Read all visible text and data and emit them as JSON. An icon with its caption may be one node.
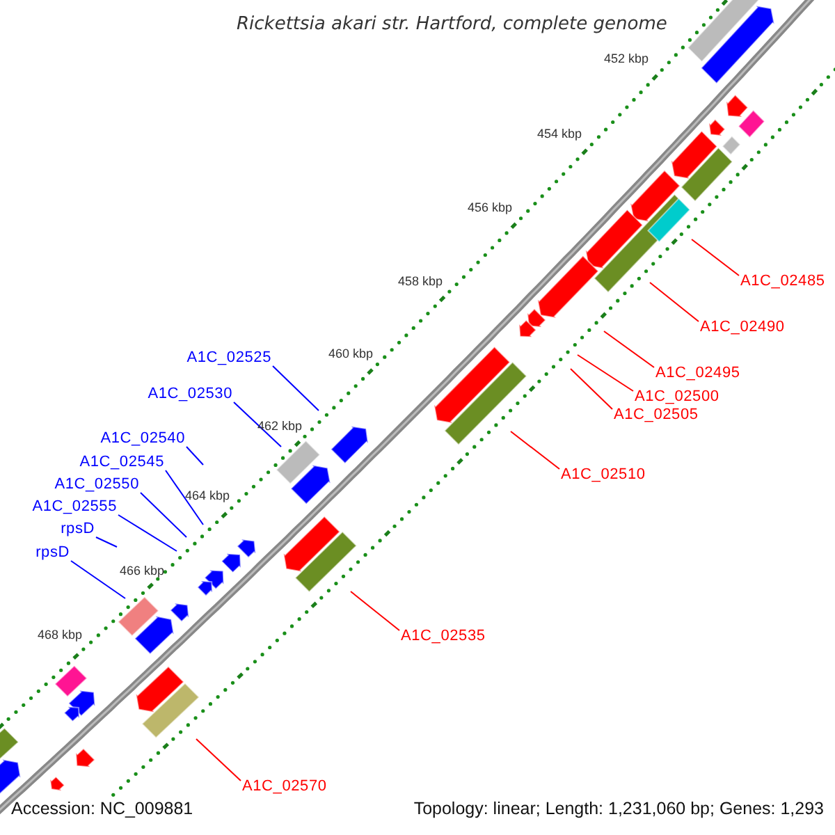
{
  "diagram": {
    "title": "Rickettsia akari str. Hartford, complete genome",
    "nodes": [
      {
        "text": [
          "A1C_02485"
        ]
      },
      {
        "text": [
          "A1C_02490"
        ]
      },
      {
        "text": [
          "A1C_02525"
        ]
      },
      {
        "text": [
          "A1C_02495"
        ]
      },
      {
        "text": [
          "A1C_02530"
        ]
      },
      {
        "text": [
          "A1C_02500"
        ]
      },
      {
        "text": [
          "A1C_02505"
        ]
      },
      {
        "text": [
          "A1C_02540"
        ]
      },
      {
        "text": [
          "A1C_02545"
        ]
      },
      {
        "text": [
          "A1C_02510"
        ]
      },
      {
        "text": [
          "A1C_02550"
        ]
      },
      {
        "text": [
          "A1C_02555"
        ]
      },
      {
        "text": [
          "rpsD"
        ]
      },
      {
        "text": [
          "rpsD"
        ]
      },
      {
        "text": [
          "A1C_02535"
        ]
      },
      {
        "text": [
          "A1C_02570"
        ]
      }
    ],
    "edges": [
      {
        "from": 0,
        "to": null,
        "arrow": "none",
        "color": "#ff0000"
      },
      {
        "from": 1,
        "to": null,
        "arrow": "none",
        "color": "#ff0000"
      },
      {
        "from": 2,
        "to": null,
        "arrow": "none",
        "color": "#0000ff"
      },
      {
        "from": 3,
        "to": null,
        "arrow": "none",
        "color": "#ff0000"
      },
      {
        "from": 4,
        "to": null,
        "arrow": "none",
        "color": "#0000ff"
      },
      {
        "from": 5,
        "to": null,
        "arrow": "none",
        "color": "#ff0000"
      },
      {
        "from": 6,
        "to": null,
        "arrow": "none",
        "color": "#ff0000"
      },
      {
        "from": 7,
        "to": null,
        "arrow": "none",
        "color": "#0000ff"
      },
      {
        "from": 8,
        "to": null,
        "arrow": "none",
        "color": "#0000ff"
      },
      {
        "from": 9,
        "to": null,
        "arrow": "none",
        "color": "#ff0000"
      },
      {
        "from": 10,
        "to": null,
        "arrow": "none",
        "color": "#0000ff"
      },
      {
        "from": 11,
        "to": null,
        "arrow": "none",
        "color": "#0000ff"
      },
      {
        "from": 12,
        "to": null,
        "arrow": "none",
        "color": "#0000ff"
      },
      {
        "from": 13,
        "to": null,
        "arrow": "none",
        "color": "#0000ff"
      },
      {
        "from": 14,
        "to": null,
        "arrow": "none",
        "color": "#ff0000"
      },
      {
        "from": 15,
        "to": null,
        "arrow": "none",
        "color": "#ff0000"
      }
    ],
    "labels": [
      "452 kbp",
      "454 kbp",
      "456 kbp",
      "458 kbp",
      "460 kbp",
      "462 kbp",
      "464 kbp",
      "466 kbp",
      "468 kbp",
      "Accession: NC_009881",
      "Topology: linear; Length: 1,231,060 bp; Genes: 1,293"
    ]
  }
}
